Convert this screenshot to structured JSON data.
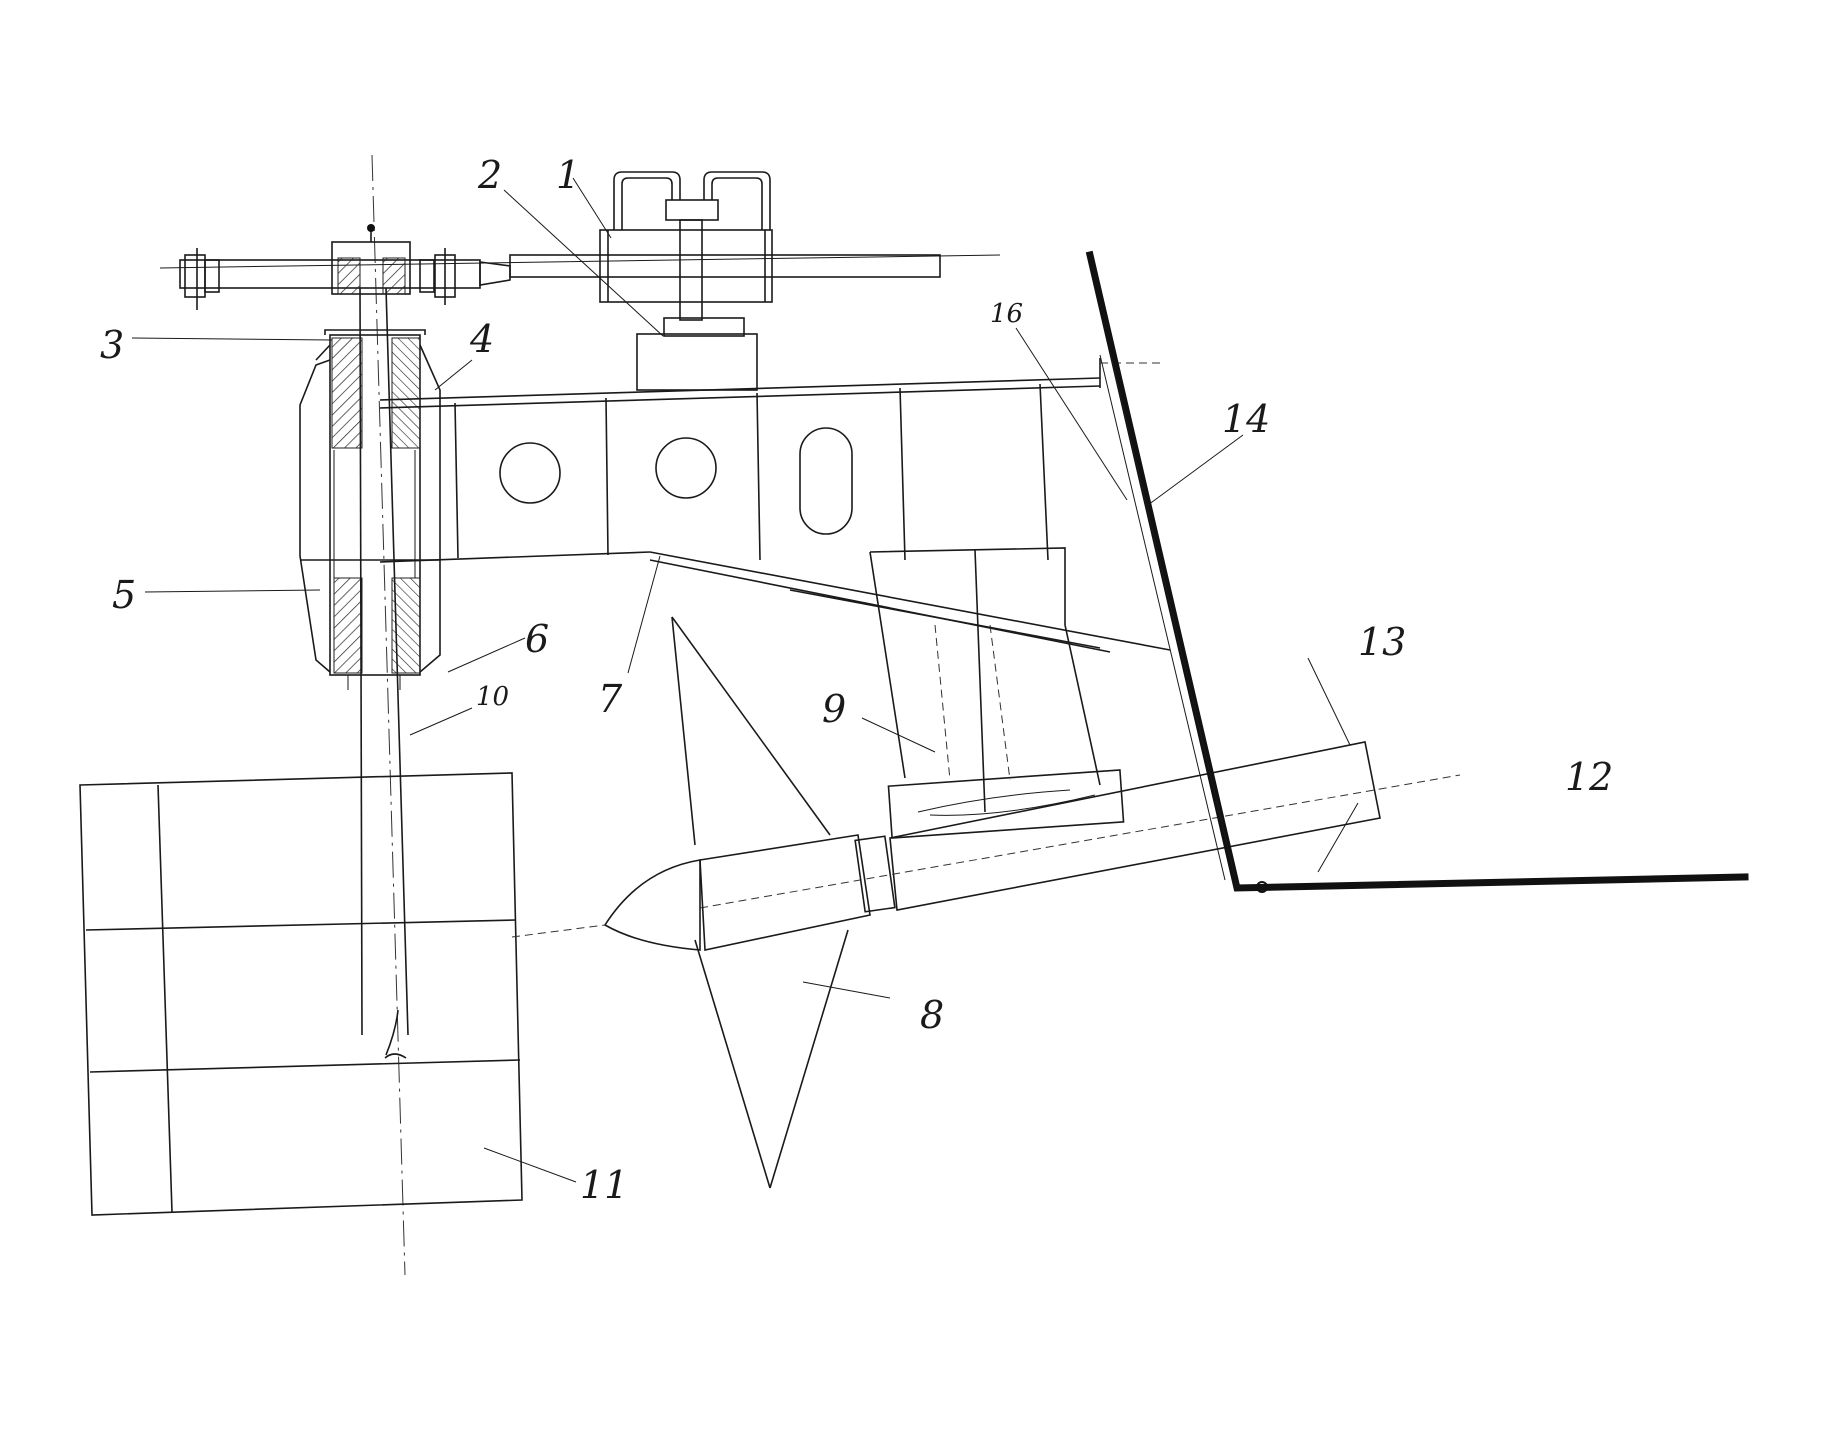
{
  "labels": {
    "l1": "1",
    "l2": "2",
    "l3": "3",
    "l4": "4",
    "l5": "5",
    "l6": "6",
    "l7": "7",
    "l8": "8",
    "l9": "9",
    "l10": "10",
    "l11": "11",
    "l12": "12",
    "l13": "13",
    "l14": "14",
    "l16": "16"
  }
}
